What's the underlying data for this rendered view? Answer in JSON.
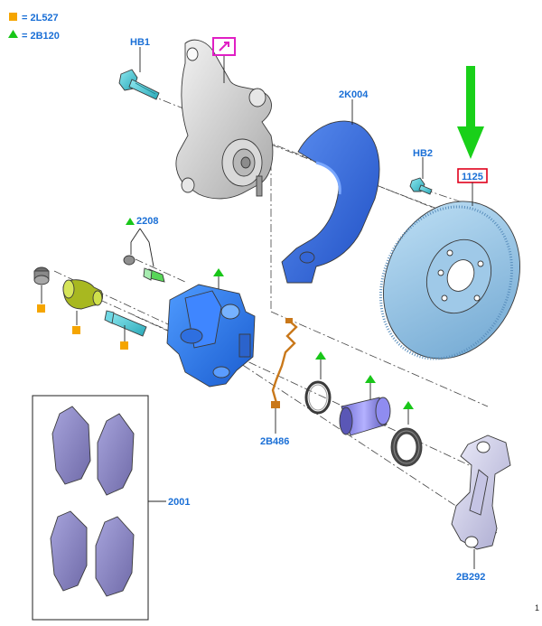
{
  "legend": [
    {
      "symbol": "square",
      "color": "#f5a500",
      "text": "= 2L527"
    },
    {
      "symbol": "triangle",
      "color": "#19c619",
      "text": "= 2B120"
    }
  ],
  "callouts": {
    "hb1": "HB1",
    "hb2": "HB2",
    "k004": "2K004",
    "rotor": "1125",
    "pins": "2208",
    "sensor": "2B486",
    "pads": "2001",
    "bracket": "2B292"
  },
  "page_number": "1",
  "colors": {
    "label_blue": "#1a6fd6",
    "rotor_box": "#e0001b",
    "arrow_green": "#19d019",
    "knuckle_marker": "#e01fc4",
    "square_marker": "#f5a500",
    "triangle_marker": "#19c619"
  },
  "icons": {
    "knuckle_marker": "wrench-icon"
  }
}
